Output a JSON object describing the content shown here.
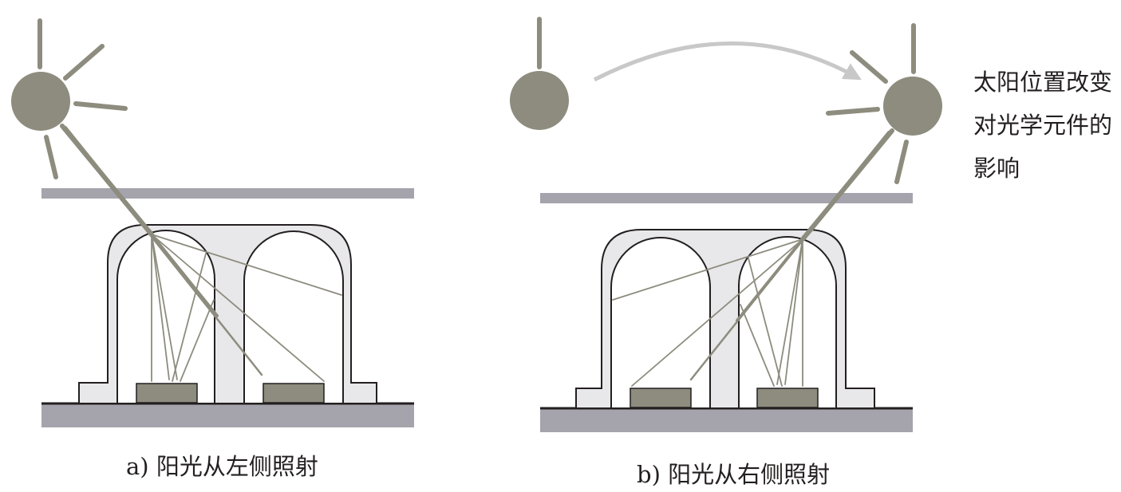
{
  "captions": {
    "panel_a": "a) 阳光从左侧照射",
    "panel_b": "b) 阳光从右侧照射"
  },
  "annotation": {
    "lines": [
      "太阳位置改变",
      "对光学元件的",
      "影响"
    ]
  },
  "colors": {
    "sun": "#8d8c7e",
    "ray": "#8d8c7e",
    "glass": "#a5a4ad",
    "lens_fill": "#e8e8ea",
    "outline": "#231f20",
    "arrow": "#c8c8c8",
    "led": "#8d8c7e"
  }
}
